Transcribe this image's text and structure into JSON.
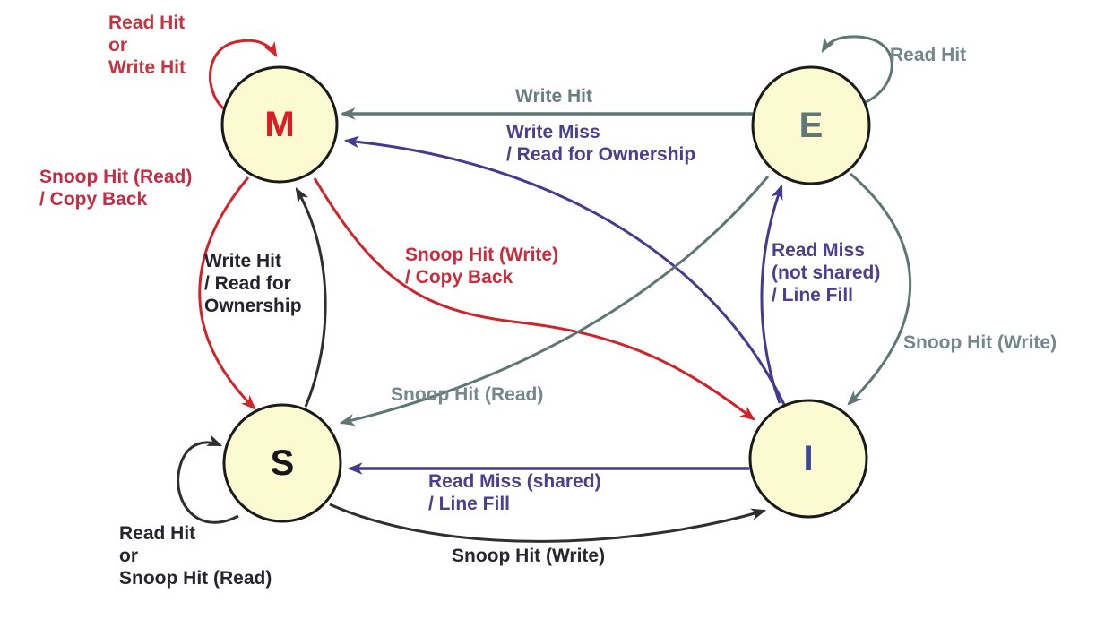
{
  "diagram": {
    "type": "state-transition-diagram",
    "colors": {
      "background": "#ffffff",
      "node_fill": "#FBFAD0",
      "node_border": "#1A1A1A",
      "red": "#D2232B",
      "purple": "#433B90",
      "gray": "#5E7774",
      "black": "#2F2F2F"
    },
    "states": [
      {
        "id": "M",
        "label": "M",
        "color": "#DE1B23"
      },
      {
        "id": "E",
        "label": "E",
        "color": "#5E7878"
      },
      {
        "id": "S",
        "label": "S",
        "color": "#15151B"
      },
      {
        "id": "I",
        "label": "I",
        "color": "#3A4899"
      }
    ],
    "transitions": [
      {
        "from": "M",
        "to": "M",
        "event": "Read Hit or Write Hit",
        "action": "",
        "text": "Read Hit\nor\nWrite Hit",
        "color": "#C8323E"
      },
      {
        "from": "M",
        "to": "S",
        "event": "Snoop Hit (Read)",
        "action": "Copy Back",
        "text": "Snoop Hit (Read)\n/ Copy Back",
        "color": "#C42B45"
      },
      {
        "from": "E",
        "to": "M",
        "event": "Write Hit",
        "action": "",
        "text": "Write Hit",
        "color": "#6A7D80"
      },
      {
        "from": "I",
        "to": "M",
        "event": "Write Miss",
        "action": "Read for Ownership",
        "text": "Write Miss\n/ Read for Ownership",
        "color": "#49408F"
      },
      {
        "from": "S",
        "to": "M",
        "event": "Write Hit",
        "action": "Read for Ownership",
        "text": "Write Hit\n/ Read for\nOwnership",
        "color": "#23242E"
      },
      {
        "from": "M",
        "to": "I",
        "event": "Snoop Hit (Write)",
        "action": "Copy Back",
        "text": "Snoop Hit (Write)\n/ Copy Back",
        "color": "#CB2C3C"
      },
      {
        "from": "E",
        "to": "E",
        "event": "Read Hit",
        "action": "",
        "text": "Read Hit",
        "color": "#74878A"
      },
      {
        "from": "I",
        "to": "E",
        "event": "Read Miss (not shared)",
        "action": "Line Fill",
        "text": "Read Miss\n(not shared)\n/ Line Fill",
        "color": "#49408F"
      },
      {
        "from": "E",
        "to": "I",
        "event": "Snoop Hit (Write)",
        "action": "",
        "text": "Snoop Hit (Write)",
        "color": "#74878A"
      },
      {
        "from": "E",
        "to": "S",
        "event": "Snoop Hit (Read)",
        "action": "",
        "text": "Snoop Hit (Read)",
        "color": "#74878A"
      },
      {
        "from": "I",
        "to": "S",
        "event": "Read Miss (shared)",
        "action": "Line Fill",
        "text": "Read Miss (shared)\n/ Line Fill",
        "color": "#49408F"
      },
      {
        "from": "S",
        "to": "I",
        "event": "Snoop Hit (Write)",
        "action": "",
        "text": "Snoop Hit (Write)",
        "color": "#26262E"
      },
      {
        "from": "S",
        "to": "S",
        "event": "Read Hit or Snoop Hit (Read)",
        "action": "",
        "text": "Read Hit\nor\nSnoop Hit (Read)",
        "color": "#26262E"
      }
    ]
  }
}
